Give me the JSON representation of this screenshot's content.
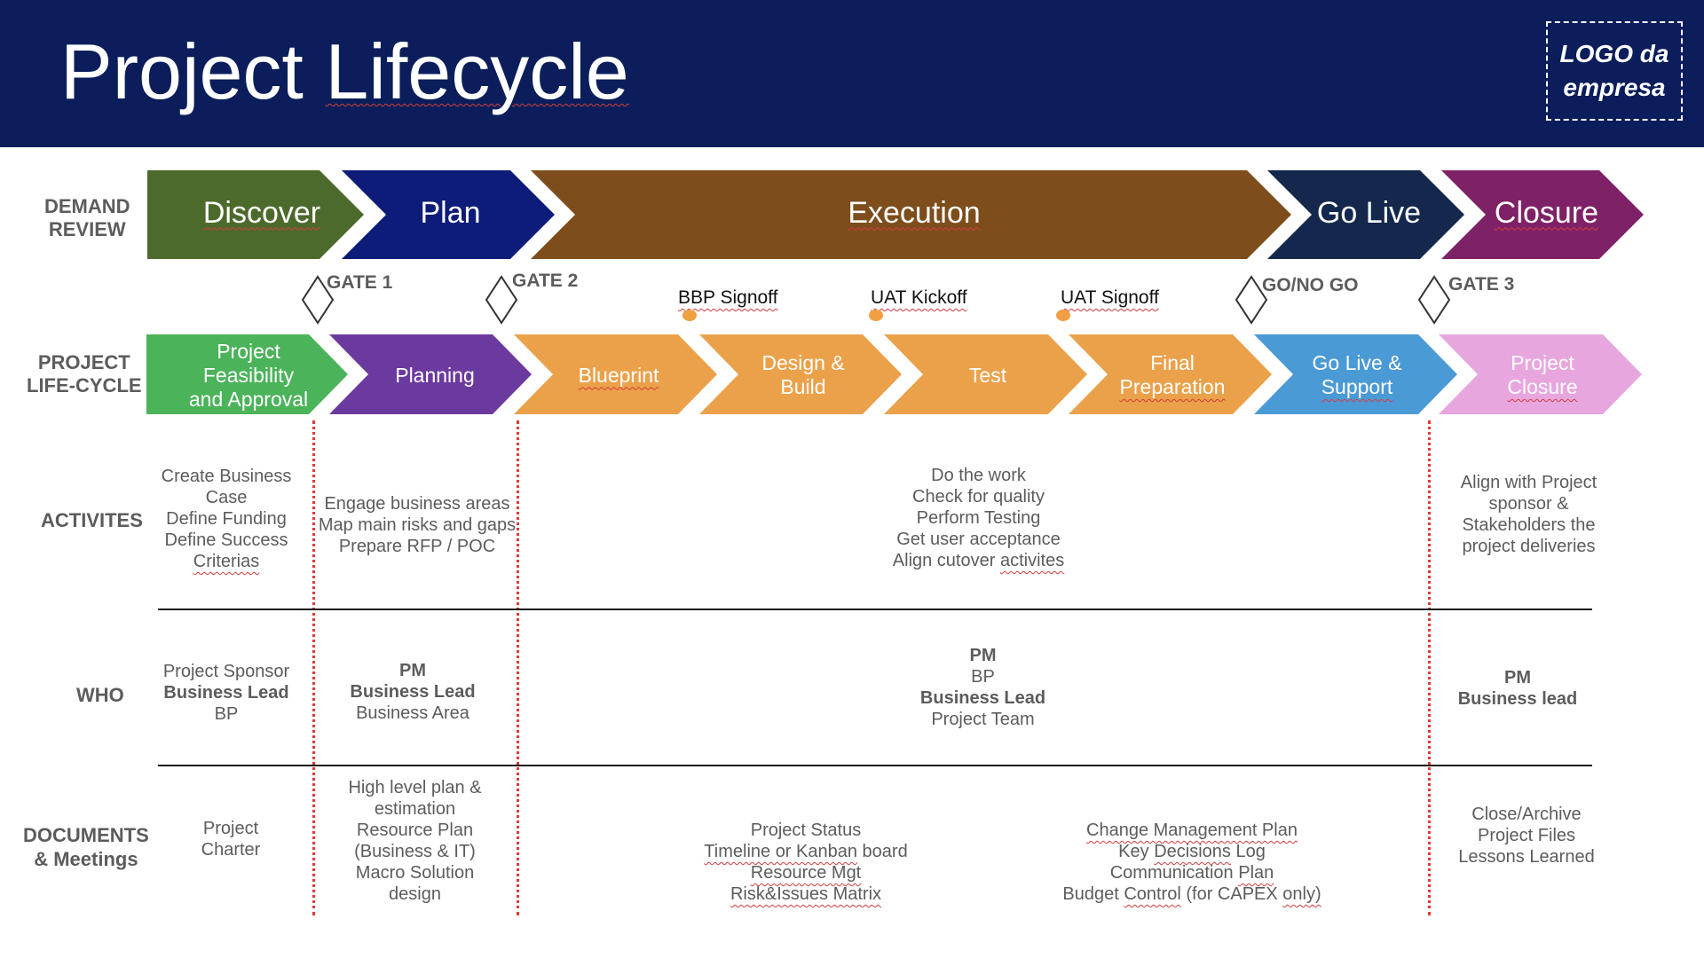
{
  "header": {
    "title_plain": "Project ",
    "title_underlined": "Lifecycle",
    "logo_line1": "LOGO da",
    "logo_line2": "empresa"
  },
  "row_labels": {
    "demand_review": [
      "DEMAND",
      "REVIEW"
    ],
    "project_lifecycle": [
      "PROJECT",
      "LIFE-CYCLE"
    ],
    "activities": "ACTIVITES",
    "who": "WHO",
    "documents": [
      "DOCUMENTS",
      "& Meetings"
    ]
  },
  "phases": [
    {
      "label": "Discover",
      "color": "#4c6a2b"
    },
    {
      "label": "Plan",
      "color": "#0d1c78"
    },
    {
      "label": "Execution",
      "color": "#7d4d1c"
    },
    {
      "label": "Go Live",
      "color": "#13284c"
    },
    {
      "label": "Closure",
      "color": "#7e2167"
    }
  ],
  "gates": [
    "GATE 1",
    "GATE 2",
    "GO/NO GO",
    "GATE 3"
  ],
  "milestones": [
    "BBP Signoff",
    "UAT Kickoff",
    "UAT Signoff"
  ],
  "stages": [
    {
      "lines": [
        "Project",
        "Feasibility",
        "and Approval"
      ],
      "color": "#4bb35a"
    },
    {
      "lines": [
        "Planning"
      ],
      "color": "#6b3a9e"
    },
    {
      "lines": [
        "Blueprint"
      ],
      "color": "#eba14a"
    },
    {
      "lines": [
        "Design &",
        "Build"
      ],
      "color": "#eba14a"
    },
    {
      "lines": [
        "Test"
      ],
      "color": "#eba14a"
    },
    {
      "lines": [
        "Final",
        "Preparation"
      ],
      "color": "#eba14a"
    },
    {
      "lines": [
        "Go Live &",
        "Support"
      ],
      "color": "#4a9ad6"
    },
    {
      "lines": [
        "Project",
        "Closure"
      ],
      "color": "#e8a6df"
    }
  ],
  "activities": {
    "col1": [
      "Create Business",
      "Case",
      "Define Funding",
      "Define Success",
      "Criterias"
    ],
    "col2": [
      "Engage business areas",
      "Map main risks and gaps",
      "Prepare RFP / POC"
    ],
    "col3": [
      "Do the work",
      "Check for quality",
      "Perform Testing",
      "Get user acceptance",
      "Align cutover activites"
    ],
    "col4": [
      "Align with Project",
      "sponsor &",
      "Stakeholders the",
      "project deliveries"
    ]
  },
  "who": {
    "col1": [
      "Project Sponsor",
      "Business Lead",
      "BP"
    ],
    "col2": [
      "PM",
      "Business Lead",
      "Business Area"
    ],
    "col3": [
      "PM",
      "BP",
      "Business Lead",
      "Project Team"
    ],
    "col4": [
      "PM",
      "Business lead"
    ]
  },
  "documents": {
    "col1": [
      "Project",
      "Charter"
    ],
    "col2": [
      "High level plan &",
      "estimation",
      "Resource Plan",
      "(Business & IT)",
      "Macro Solution",
      "design"
    ],
    "col3": [
      "Project Status",
      "Timeline or Kanban board",
      "Resource Mgt",
      "Risk&Issues Matrix"
    ],
    "col4": [
      "Change Management Plan",
      "Key Decisions Log",
      "Communication Plan",
      "Budget Control (for CAPEX only)"
    ],
    "col5": [
      "Close/Archive",
      "Project Files",
      "Lessons Learned"
    ]
  }
}
